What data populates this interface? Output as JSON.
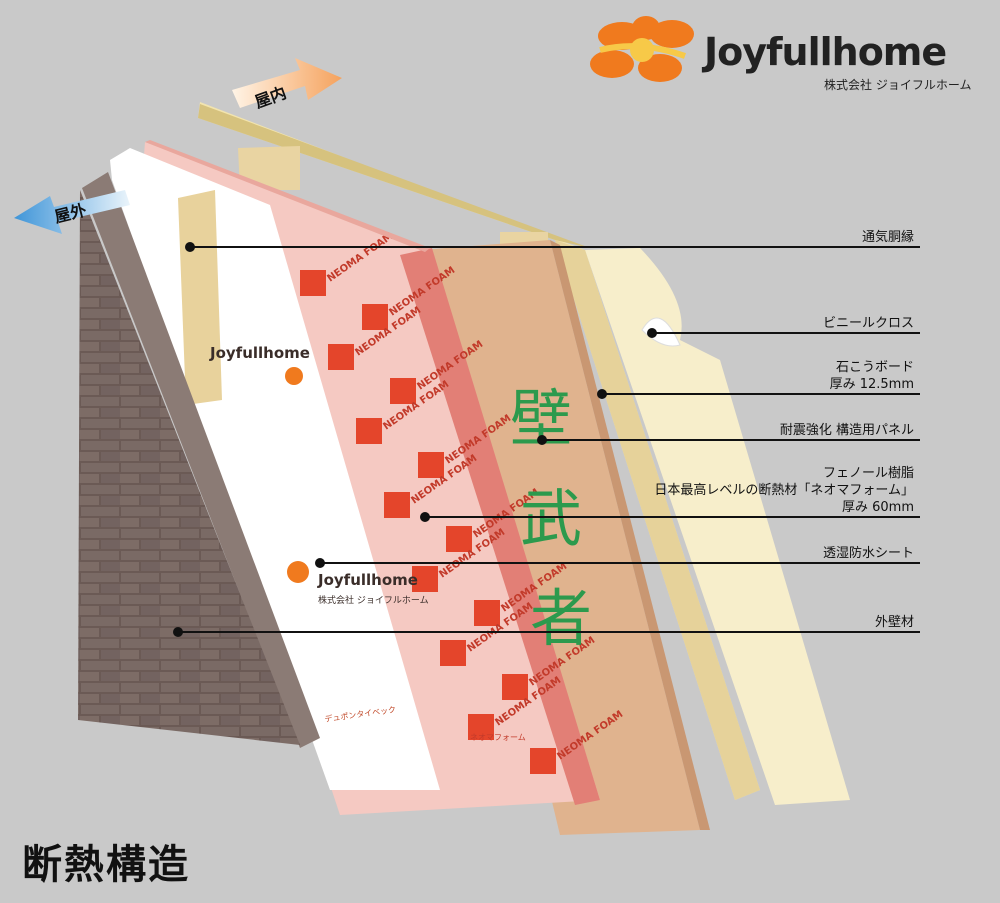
{
  "brand": {
    "name": "Joyfullhome",
    "company": "株式会社 ジョイフルホーム",
    "color_primary": "#f07a1e",
    "color_secondary": "#e4452b"
  },
  "title": "断熱構造",
  "directions": {
    "indoor": "屋内",
    "outdoor": "屋外"
  },
  "callouts": [
    {
      "id": "vent-furring",
      "lines": [
        "通気胴縁"
      ]
    },
    {
      "id": "vinyl-cloth",
      "lines": [
        "ビニールクロス"
      ]
    },
    {
      "id": "gypsum-board",
      "lines": [
        "石こうボード",
        "厚み 12.5mm"
      ]
    },
    {
      "id": "structural-panel",
      "lines": [
        "耐震強化 構造用パネル"
      ]
    },
    {
      "id": "insulation",
      "lines": [
        "フェノール樹脂",
        "日本最高レベルの断熱材「ネオマフォーム」",
        "厚み 60mm"
      ]
    },
    {
      "id": "moisture-sheet",
      "lines": [
        "透湿防水シート"
      ]
    },
    {
      "id": "exterior-wall",
      "lines": [
        "外壁材"
      ]
    }
  ],
  "layer_prints": {
    "foam_brand": [
      "NEOMA",
      "FOAM"
    ],
    "foam_kana": "ネオマフォーム",
    "sheet_brand": "Joyfullhome",
    "sheet_company": "株式会社 ジョイフルホーム",
    "sheet_maker": "デュポンタイベック",
    "panel_text": [
      "壁",
      "武",
      "者"
    ]
  },
  "colors": {
    "background": "#c9c9c9",
    "brick": "#6b5a55",
    "sheet": "#ffffff",
    "foam": "#f5c9c2",
    "foam_edge": "#e27f76",
    "panel": "#e0b38e",
    "panel_text": "#2c9a4d",
    "gypsum": "#f3e5b3",
    "stud": "#e9d4a2",
    "cloth": "#f7eecb",
    "indoor_arrow": "#f5a25d",
    "outdoor_arrow": "#3f95d8"
  }
}
